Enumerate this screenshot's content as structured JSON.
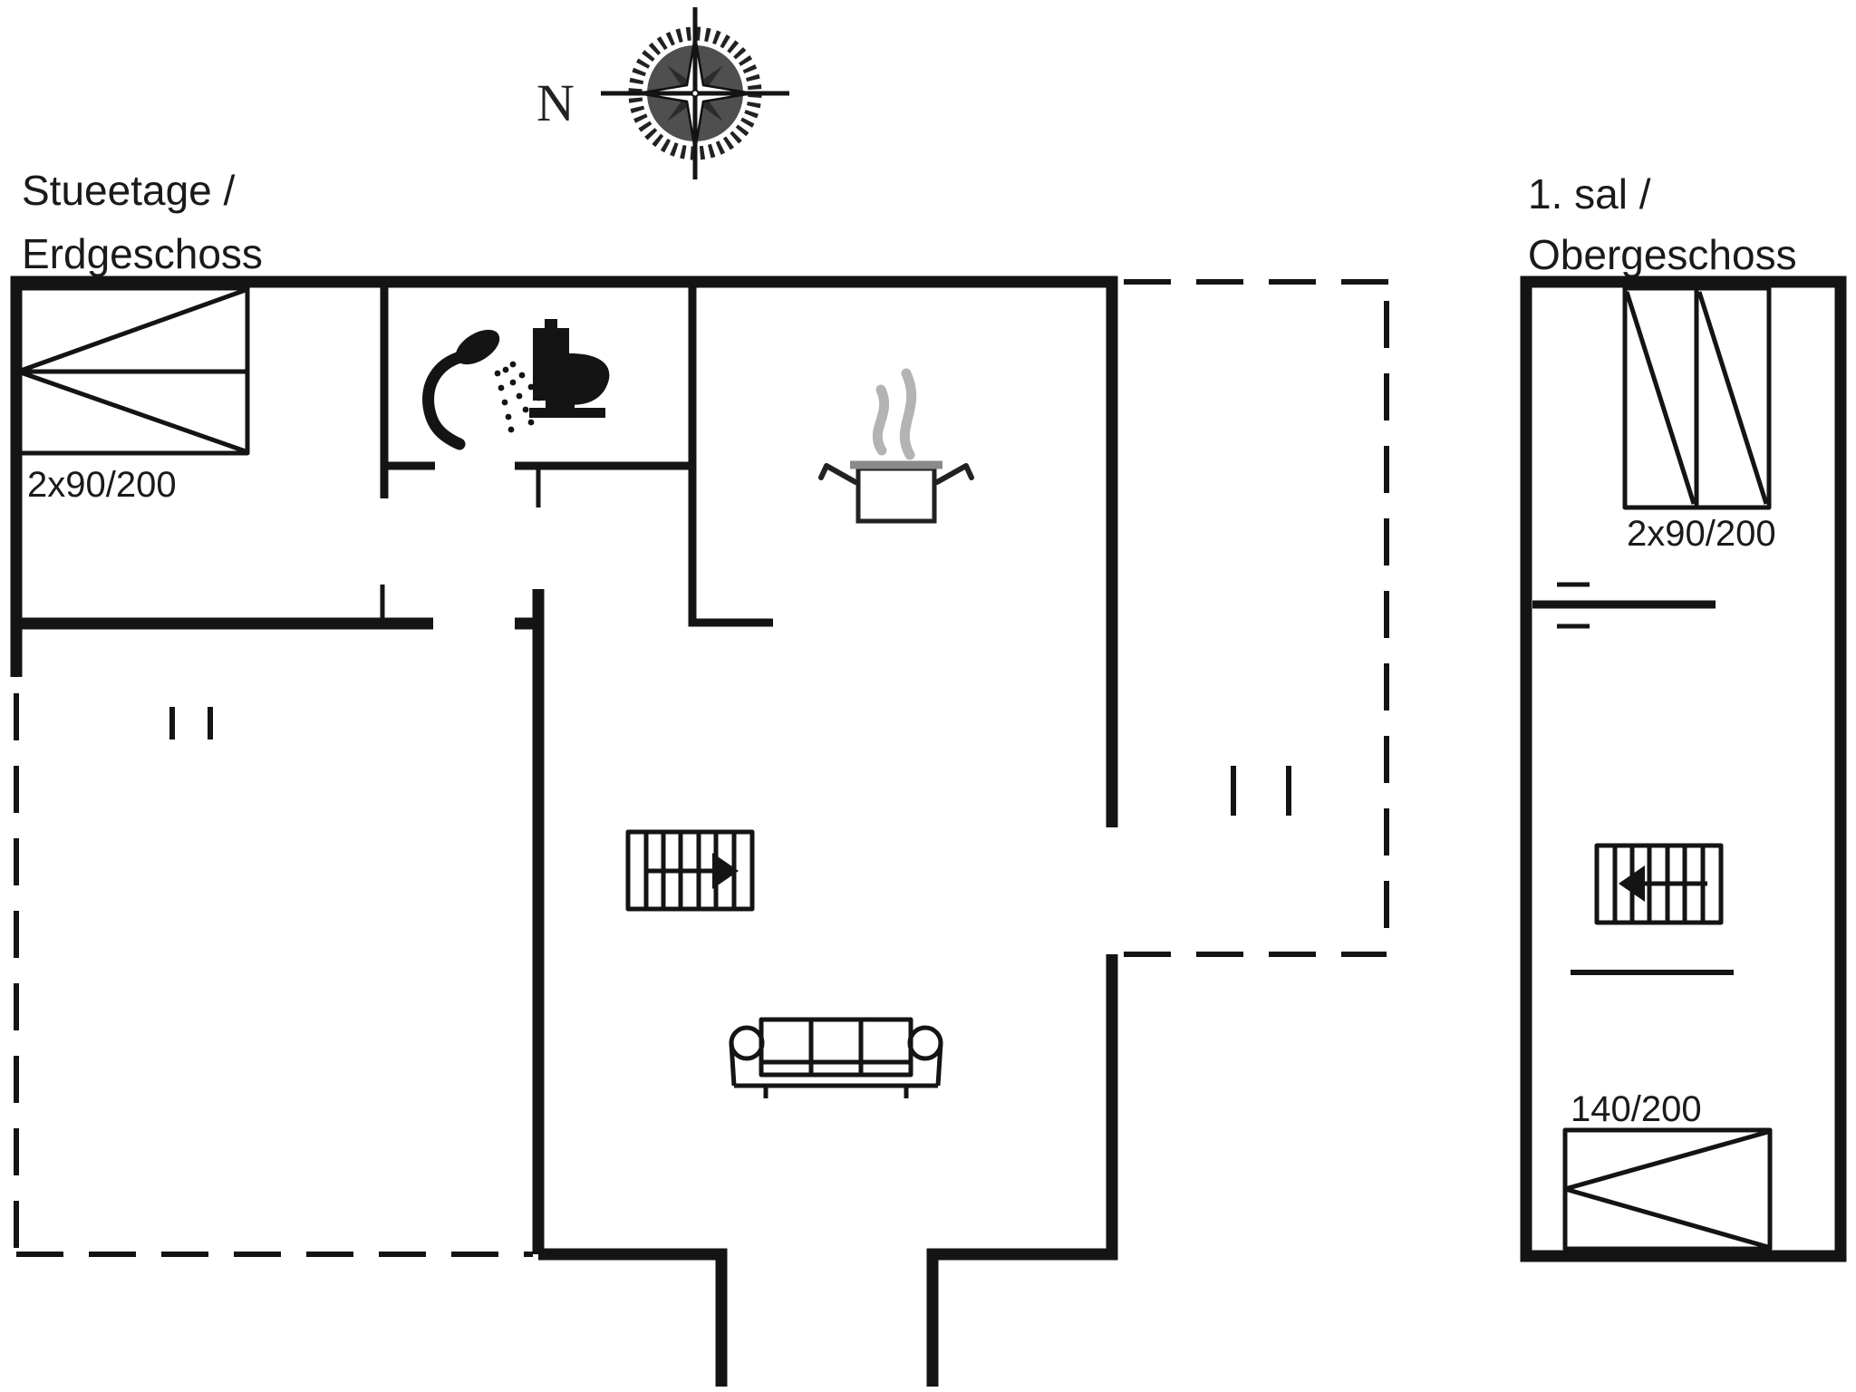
{
  "page": {
    "background": "#ffffff",
    "ink": "#141414",
    "steam": "#b3b3b3",
    "rim": "#8a8a8a",
    "disc": "#4f4f4f"
  },
  "compass": {
    "north_label": "N"
  },
  "ground_floor": {
    "title_line1": "Stueetage /",
    "title_line2": "Erdgeschoss",
    "double_bed_label": "2x90/200"
  },
  "upper_floor": {
    "title_line1": "1. sal /",
    "title_line2": "Obergeschoss",
    "double_bed_label": "2x90/200",
    "single_bed_label": "140/200"
  },
  "icons": {
    "compass": "compass-rose-icon",
    "shower": "shower-icon",
    "toilet": "toilet-icon",
    "pot": "cooking-pot-icon",
    "stairs_ground": "stairs-up-icon",
    "stairs_upper": "stairs-down-icon",
    "sofa": "sofa-icon",
    "bed": "bed-icon"
  }
}
